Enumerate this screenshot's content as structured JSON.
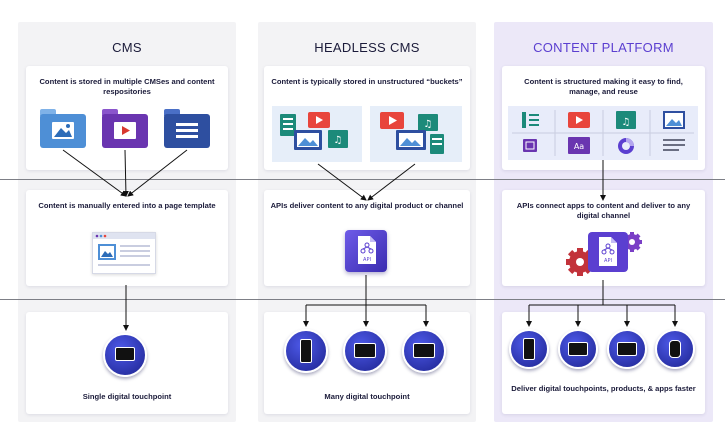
{
  "colors": {
    "panel": "#f3f3f5",
    "highlight_panel": "#ece8f8",
    "accent_purple": "#5b3fd0",
    "heading_dark": "#1b1b3a",
    "device_blue": "#2e36c4",
    "folder_blue": "#4e8fd6",
    "folder_purple": "#6a35b0",
    "folder_navy": "#2e4fa0",
    "red": "#e8453c",
    "teal": "#1c8a7a"
  },
  "columns": [
    {
      "heading": "CMS",
      "cards": [
        "Content is stored in multiple CMSes and content respositories",
        "Content is manually entered into a page template",
        "Single digital touchpoint"
      ]
    },
    {
      "heading": "HEADLESS CMS",
      "cards": [
        "Content is typically stored in unstructured “buckets”",
        "APIs deliver content to any digital product or channel",
        "Many digital touchpoint"
      ]
    },
    {
      "heading": "CONTENT PLATFORM",
      "cards": [
        "Content is structured making it easy to find, manage, and reuse",
        "APIs connect apps to content and deliver to any digital channel",
        "Deliver digital touchpoints, products, & apps faster"
      ]
    }
  ],
  "api_label": "API",
  "app_label": "Aa"
}
